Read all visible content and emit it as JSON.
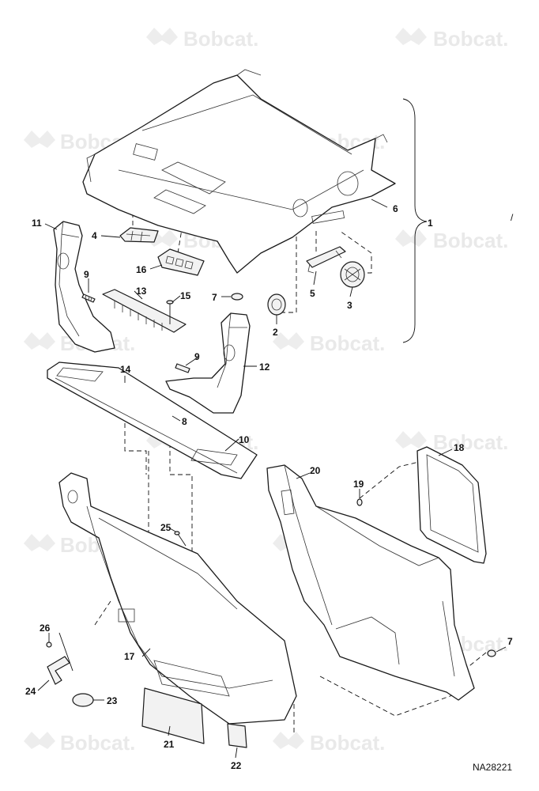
{
  "drawing": {
    "reference_number": "NA28221",
    "watermark_text": "Bobcat.",
    "group_callout": "1",
    "callouts": [
      "1",
      "2",
      "3",
      "4",
      "5",
      "6",
      "7",
      "8",
      "9",
      "10",
      "11",
      "12",
      "13",
      "14",
      "15",
      "16",
      "17",
      "18",
      "19",
      "20",
      "21",
      "22",
      "23",
      "24",
      "25",
      "26"
    ],
    "stray_mark": "/"
  }
}
